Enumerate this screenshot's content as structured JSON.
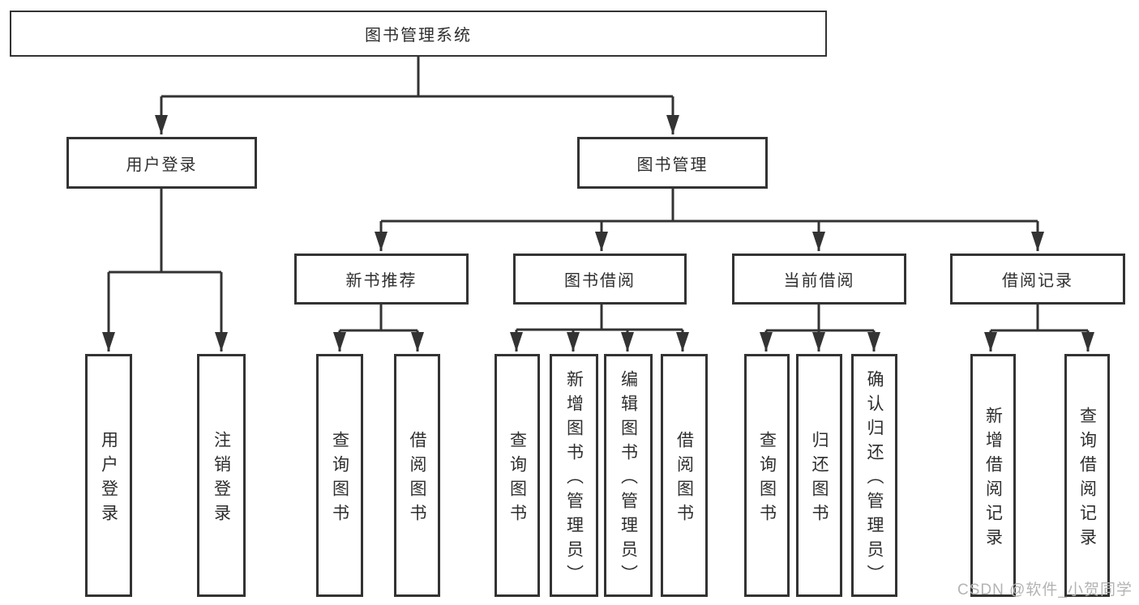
{
  "tree": {
    "label": "图书管理系统",
    "children": [
      {
        "label": "用户登录",
        "children": [
          {
            "label": "用户登录"
          },
          {
            "label": "注销登录"
          }
        ]
      },
      {
        "label": "图书管理",
        "children": [
          {
            "label": "新书推荐",
            "children": [
              {
                "label": "查询图书"
              },
              {
                "label": "借阅图书"
              }
            ]
          },
          {
            "label": "图书借阅",
            "children": [
              {
                "label": "查询图书"
              },
              {
                "label": "新增图书（管理员）"
              },
              {
                "label": "编辑图书（管理员）"
              },
              {
                "label": "借阅图书"
              }
            ]
          },
          {
            "label": "当前借阅",
            "children": [
              {
                "label": "查询图书"
              },
              {
                "label": "归还图书"
              },
              {
                "label": "确认归还（管理员）"
              }
            ]
          },
          {
            "label": "借阅记录",
            "children": [
              {
                "label": "新增借阅记录"
              },
              {
                "label": "查询借阅记录"
              }
            ]
          }
        ]
      }
    ]
  },
  "watermark": {
    "text": "CSDN @软件_小贺同学"
  },
  "colors": {
    "line": "#333333",
    "text": "#2e2e2e",
    "watermark": "#b3b3b3",
    "background": "#ffffff"
  }
}
